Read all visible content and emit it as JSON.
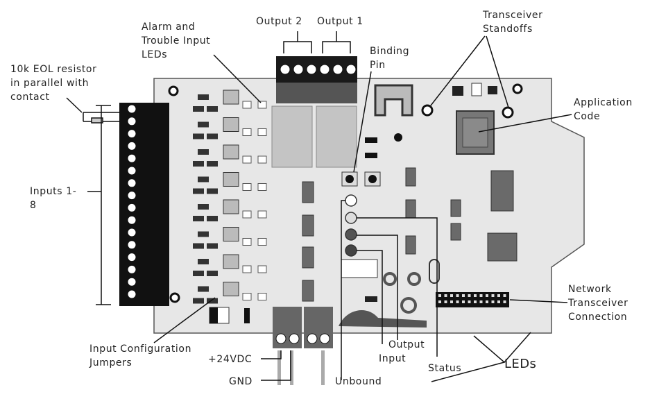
{
  "labels": {
    "eol_resistor": "10k EOL resistor\nin parallel with\ncontact",
    "alarm_trouble_leds": "Alarm and\nTrouble Input\nLEDs",
    "output2": "Output 2",
    "output1": "Output 1",
    "binding_pin": "Binding\nPin",
    "transceiver_standoffs": "Transceiver\nStandoffs",
    "application_code": "Application\nCode",
    "inputs": "Inputs 1-\n8",
    "network_transceiver": "Network\nTransceiver\nConnection",
    "input_config_jumpers": "Input Configuration\nJumpers",
    "power_24vdc": "+24VDC",
    "gnd": "GND",
    "unbound": "Unbound",
    "input": "Input",
    "output": "Output",
    "status": "Status",
    "leds": "LEDs"
  },
  "colors": {
    "board": "#e6e6e6",
    "terminal": "#111111",
    "relay": "#c4c4c4",
    "component": "#6a6a6a",
    "line": "#111111"
  }
}
